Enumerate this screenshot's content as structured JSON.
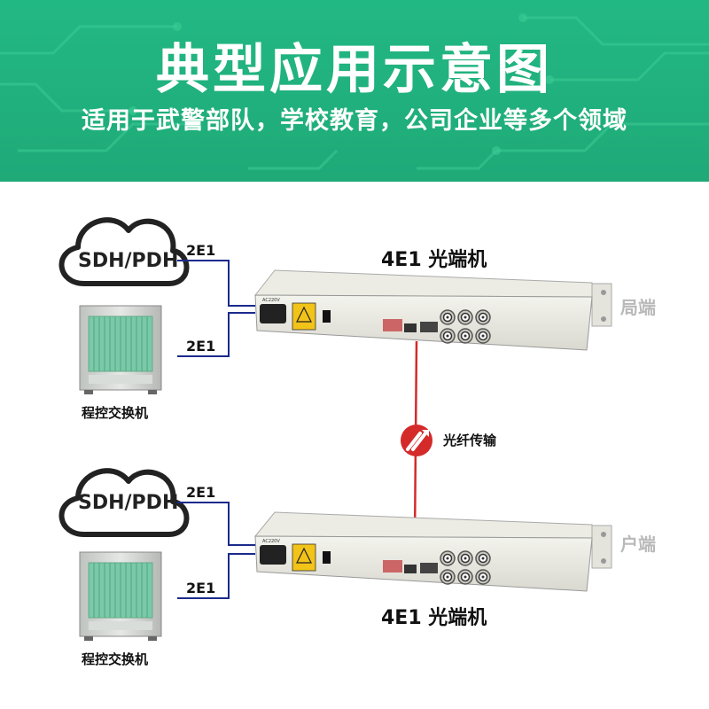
{
  "header": {
    "title": "典型应用示意图",
    "subtitle": "适用于武警部队，学校教育，公司企业等多个领域"
  },
  "top": {
    "cloud_text": "SDH/PDH",
    "link_upper": "2E1",
    "link_lower": "2E1",
    "device_title": "4E1 光端机",
    "side_label": "局端",
    "pbx_label": "程控交换机"
  },
  "middle": {
    "fiber_label": "光纤传输"
  },
  "bottom": {
    "cloud_text": "SDH/PDH",
    "link_upper": "2E1",
    "link_lower": "2E1",
    "device_title": "4E1 光端机",
    "side_label": "户端",
    "pbx_label": "程控交换机"
  },
  "colors": {
    "header_green": "#22b884",
    "link_blue": "#1a2a8c",
    "fiber_red": "#d42a2a",
    "device_panel": "#e8e8e0"
  },
  "icons": [
    "cloud-icon",
    "pbx-cabinet-icon",
    "fiber-transmission-icon"
  ]
}
